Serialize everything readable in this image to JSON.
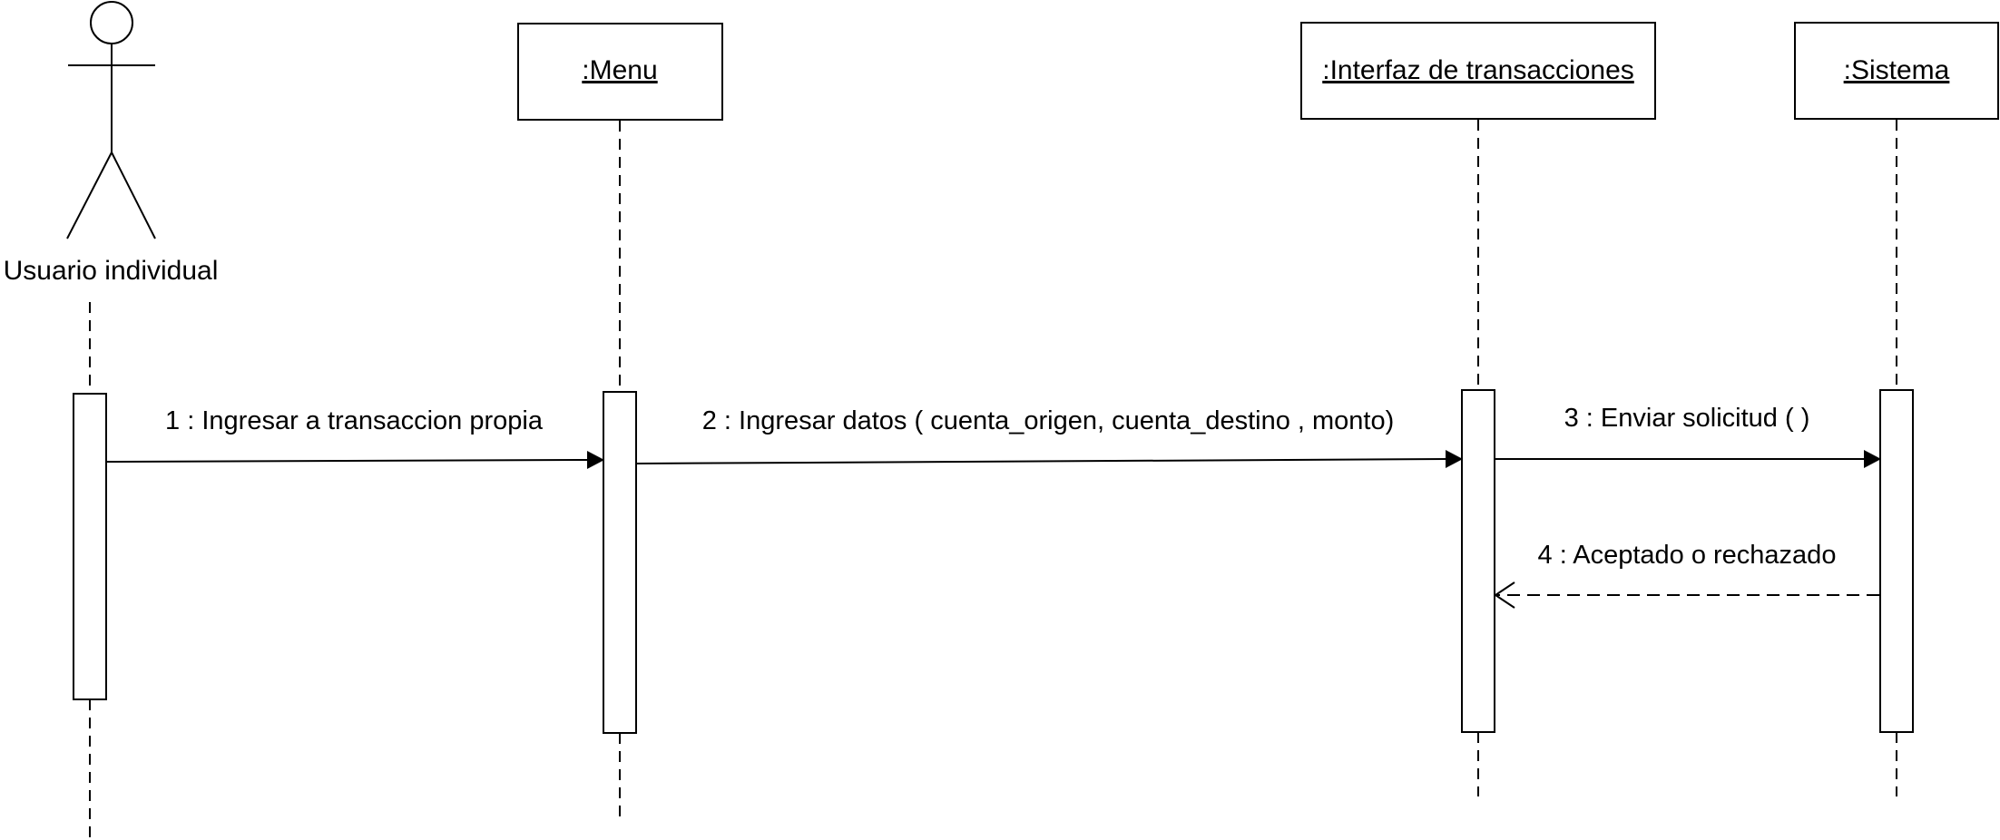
{
  "diagram_type": "sequence",
  "actor": {
    "name": "Usuario individual"
  },
  "lifelines": [
    {
      "id": "menu",
      "name": ":Menu"
    },
    {
      "id": "interfaz",
      "name": ":Interfaz de transacciones"
    },
    {
      "id": "sistema",
      "name": ":Sistema"
    }
  ],
  "messages": [
    {
      "label": "1 : Ingresar a transaccion propia",
      "kind": "sync"
    },
    {
      "label": "2 : Ingresar datos ( cuenta_origen, cuenta_destino , monto)",
      "kind": "sync"
    },
    {
      "label": "3 : Enviar solicitud ( )",
      "kind": "sync"
    },
    {
      "label": "4 : Aceptado o rechazado",
      "kind": "return"
    }
  ]
}
